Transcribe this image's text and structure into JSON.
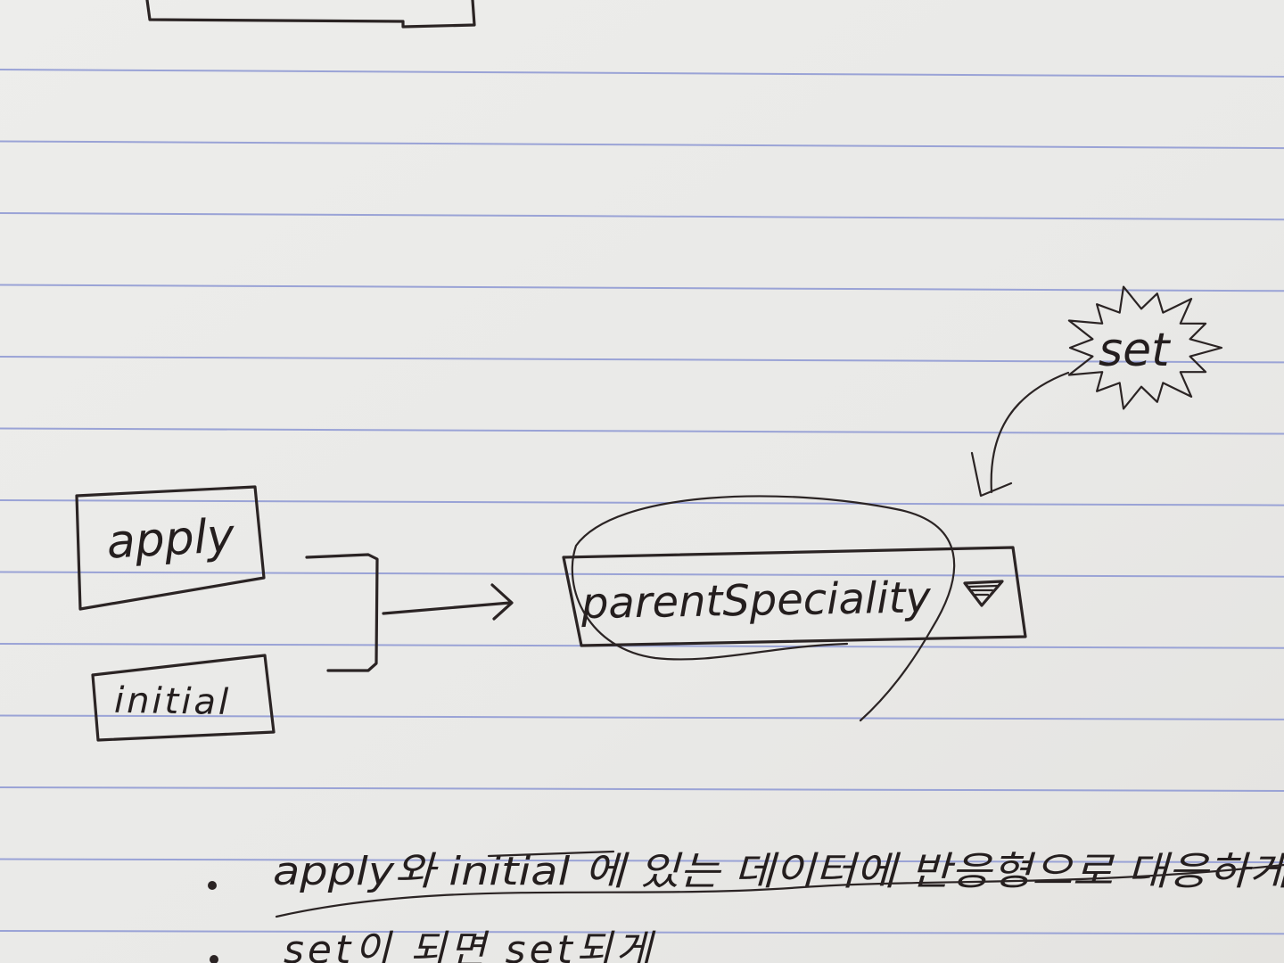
{
  "diagram": {
    "nodes": {
      "apply": "apply",
      "initial": "initial",
      "target": "parentSpeciality",
      "burst": "set"
    },
    "notes": [
      "apply와 initial 에 있는 데이터에 반응형으로 대응하게",
      "set이 되면 set되게"
    ],
    "struck_word": "initial",
    "colors": {
      "paper": "#ebebe9",
      "ink": "#2b2424",
      "rule_line": "#9aa3d6"
    }
  }
}
